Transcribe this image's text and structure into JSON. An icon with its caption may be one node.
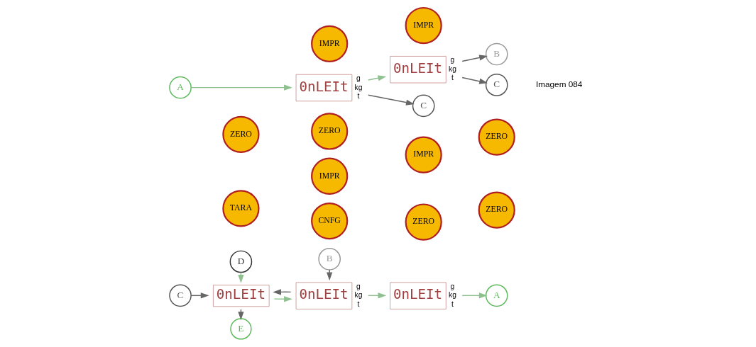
{
  "diagram": {
    "nodes": [
      {
        "text": [
          "D"
        ]
      },
      {
        "text": [
          "E"
        ]
      },
      {
        "text": [
          "TARA"
        ]
      },
      {
        "text": [
          "ZERO"
        ]
      },
      {
        "text": [
          "B"
        ]
      },
      {
        "text": [
          "C"
        ]
      },
      {
        "text": [
          "CNFG"
        ]
      },
      {
        "text": [
          "0nLEIt"
        ]
      },
      {
        "text": [
          "0nLEIt"
        ],
        "beside": [
          "g",
          "kg",
          "t"
        ]
      },
      {
        "text": [
          "ZERO"
        ]
      },
      {
        "text": [
          "0nLEIt"
        ],
        "beside": [
          "g",
          "kg",
          "t"
        ]
      },
      {
        "text": [
          "ZERO"
        ]
      },
      {
        "text": [
          "A"
        ]
      },
      {
        "text": [
          "IMPR"
        ]
      },
      {
        "text": [
          "IMPR"
        ]
      },
      {
        "text": [
          "ZERO"
        ]
      },
      {
        "text": [
          "ZERO"
        ]
      },
      {
        "text": [
          "A"
        ]
      },
      {
        "text": [
          "0nLEIt"
        ],
        "beside": [
          "g",
          "kg",
          "t"
        ]
      },
      {
        "text": [
          "0nLEIt"
        ],
        "beside": [
          "g",
          "kg",
          "t"
        ]
      },
      {
        "text": [
          "B"
        ]
      },
      {
        "text": [
          "IMPR"
        ]
      },
      {
        "text": [
          "IMPR"
        ]
      },
      {
        "text": [
          "C"
        ]
      },
      {
        "text": [
          "C"
        ]
      }
    ],
    "edges": [
      {
        "from": 5,
        "to": 7,
        "arrow": "to"
      },
      {
        "from": 0,
        "to": 7,
        "arrow": "to",
        "color": "#8fc08f"
      },
      {
        "from": 7,
        "to": 1,
        "arrow": "to"
      },
      {
        "from": 7,
        "to": 8,
        "arrow": "to",
        "color": "#8fc08f"
      },
      {
        "from": 8,
        "to": 7,
        "arrow": "to"
      },
      {
        "from": 4,
        "to": 8,
        "arrow": "to"
      },
      {
        "from": 8,
        "to": 10,
        "arrow": "to",
        "color": "#8fc08f"
      },
      {
        "from": 10,
        "to": 12,
        "arrow": "to",
        "color": "#8fc08f"
      },
      {
        "from": 17,
        "to": 18,
        "arrow": "to",
        "color": "#8fc08f"
      },
      {
        "from": 18,
        "to": 19,
        "arrow": "to",
        "color": "#8fc08f"
      },
      {
        "from": 19,
        "to": 20,
        "arrow": "to"
      },
      {
        "from": 18,
        "to": 23,
        "arrow": "to"
      },
      {
        "from": 19,
        "to": 24,
        "arrow": "to"
      }
    ],
    "labels": [
      "Imagem 084"
    ]
  }
}
